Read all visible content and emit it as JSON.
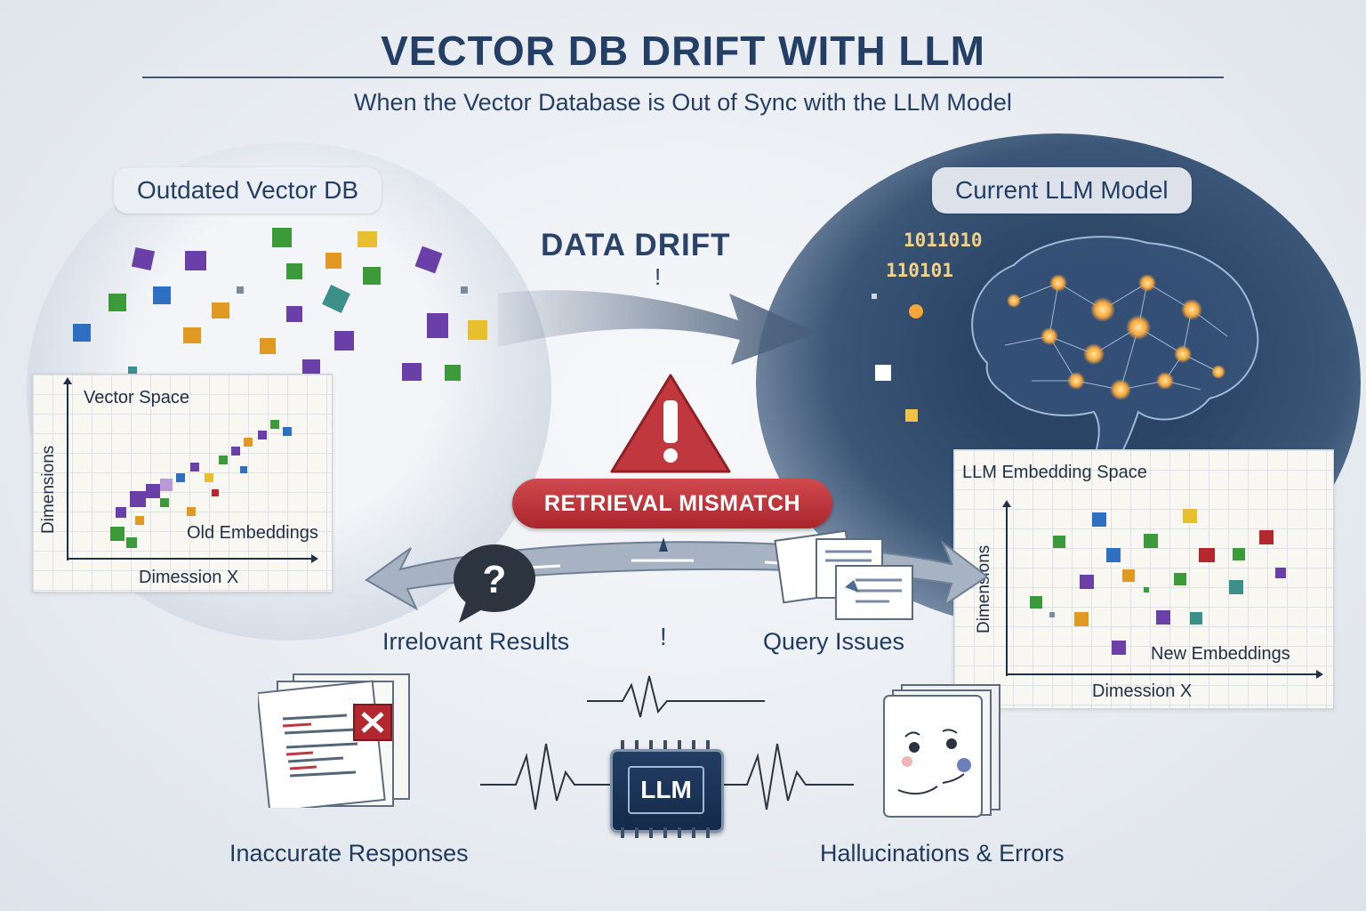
{
  "header": {
    "title": "VECTOR DB DRIFT WITH LLM",
    "subtitle": "When the Vector Database is Out of Sync with the LLM Model"
  },
  "left_section": {
    "label": "Outdated Vector DB",
    "chart": {
      "title": "Vector Space",
      "ylabel": "Dimensions",
      "xlabel": "Dimession X",
      "annotation": "Old Embeddings"
    }
  },
  "right_section": {
    "label": "Current LLM Model",
    "binary_lines": [
      "1011010",
      "110101"
    ],
    "chart": {
      "title": "LLM Embedding Space",
      "ylabel": "Dimensions",
      "xlabel": "Dimession X",
      "annotation": "New Embeddings"
    }
  },
  "center": {
    "drift_label": "DATA DRIFT",
    "mismatch_label": "RETRIEVAL MISMATCH",
    "marks": [
      "!",
      "!"
    ]
  },
  "outcomes": {
    "irrelevant": "Irrelovant Results",
    "query": "Query Issues",
    "inaccurate": "Inaccurate Responses",
    "hallucinations": "Hallucinations & Errors"
  },
  "chip": {
    "label": "LLM"
  },
  "colors": {
    "title": "#243f66",
    "alert_red": "#c0383d",
    "cube_palette": [
      "#6a3fa8",
      "#3d9a3a",
      "#2f6fc2",
      "#e09a24",
      "#e6c02e",
      "#3d8f8a",
      "#b3282e"
    ],
    "neural_glow": "#f6a63a"
  }
}
